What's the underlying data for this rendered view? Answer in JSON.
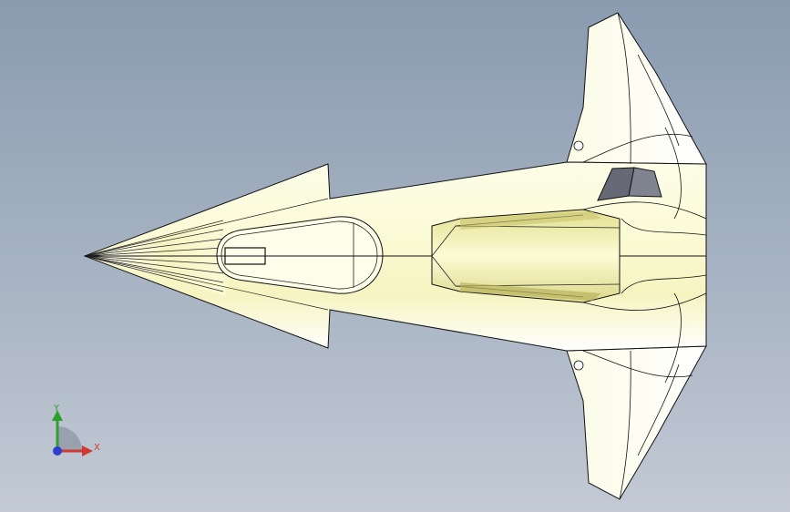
{
  "viewport": {
    "background_top": "#8a9bb0",
    "background_bottom": "#c3cad5"
  },
  "model": {
    "name": "swept-wing-aircraft-model",
    "view": "top",
    "surface_color": "#fafbd6",
    "edge_color": "#111111"
  },
  "triad": {
    "y_label": "Y",
    "x_label": "X",
    "y_color": "#2fa02f",
    "x_color": "#d03a32",
    "z_color": "#2a3fd0"
  }
}
